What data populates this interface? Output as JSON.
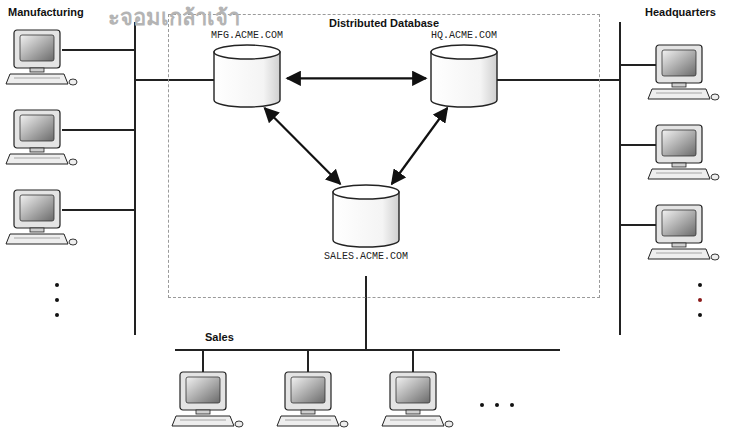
{
  "diagram": {
    "nodes": [
      {
        "text": [
          "Distributed Database"
        ]
      },
      {
        "text": [
          "MFG.ACME.COM"
        ],
        "in": 0
      },
      {
        "text": [
          "HQ.ACME.COM"
        ],
        "in": 0
      },
      {
        "text": [
          "SALES.ACME.COM"
        ],
        "in": 0
      }
    ],
    "edges": [
      {
        "from": 1,
        "to": 2,
        "arrow": "both"
      },
      {
        "from": 1,
        "to": 3,
        "arrow": "both"
      },
      {
        "from": 2,
        "to": 3,
        "arrow": "both"
      }
    ],
    "labels": [
      "Manufacturing",
      "Headquarters",
      "Sales",
      "ะจอมเกล้าเจ้า"
    ]
  }
}
